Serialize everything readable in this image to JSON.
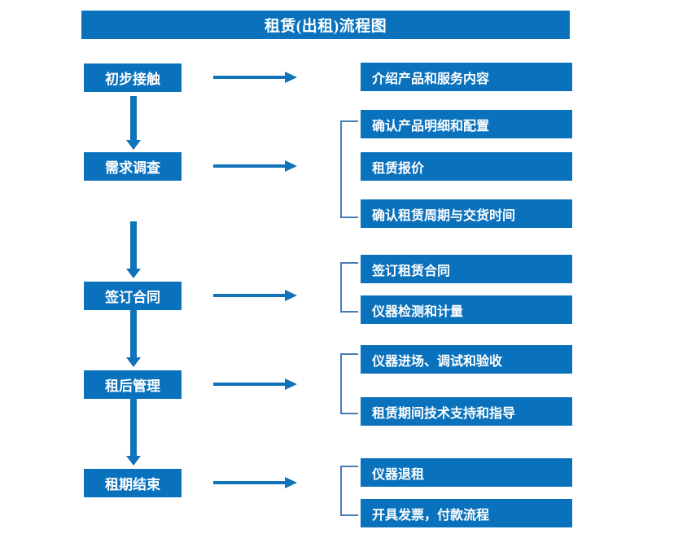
{
  "chart_data": {
    "type": "diagram",
    "title": "租赁(出租)流程图",
    "diagram_kind": "flowchart",
    "orientation": "vertical-with-branches",
    "stages": [
      {
        "id": "stage-1",
        "label": "初步接触",
        "details": [
          "介绍产品和服务内容"
        ],
        "bracketed": false
      },
      {
        "id": "stage-2",
        "label": "需求调查",
        "details": [
          "确认产品明细和配置",
          "租赁报价",
          "确认租赁周期与交货时间"
        ],
        "bracketed": true
      },
      {
        "id": "stage-3",
        "label": "签订合同",
        "details": [
          "签订租赁合同",
          "仪器检测和计量"
        ],
        "bracketed": true
      },
      {
        "id": "stage-4",
        "label": "租后管理",
        "details": [
          "仪器进场、调试和验收",
          "租赁期间技术支持和指导"
        ],
        "bracketed": true
      },
      {
        "id": "stage-5",
        "label": "租期结束",
        "details": [
          "仪器退租",
          "开具发票，付款流程"
        ],
        "bracketed": true
      }
    ]
  },
  "header": {
    "title": "租赁(出租)流程图"
  },
  "stages": [
    {
      "label": "初步接触"
    },
    {
      "label": "需求调查"
    },
    {
      "label": "签订合同"
    },
    {
      "label": "租后管理"
    },
    {
      "label": "租期结束"
    }
  ],
  "details": [
    {
      "label": "介绍产品和服务内容"
    },
    {
      "label": "确认产品明细和配置"
    },
    {
      "label": "租赁报价"
    },
    {
      "label": "确认租赁周期与交货时间"
    },
    {
      "label": "签订租赁合同"
    },
    {
      "label": "仪器检测和计量"
    },
    {
      "label": "仪器进场、调试和验收"
    },
    {
      "label": "租赁期间技术支持和指导"
    },
    {
      "label": "仪器退租"
    },
    {
      "label": "开具发票，付款流程"
    }
  ],
  "colors": {
    "box_fill": "#0a72bd",
    "box_text": "#ffffff",
    "arrow": "#1072b8",
    "bracket": "#4a7cb5",
    "background": "#ffffff"
  }
}
